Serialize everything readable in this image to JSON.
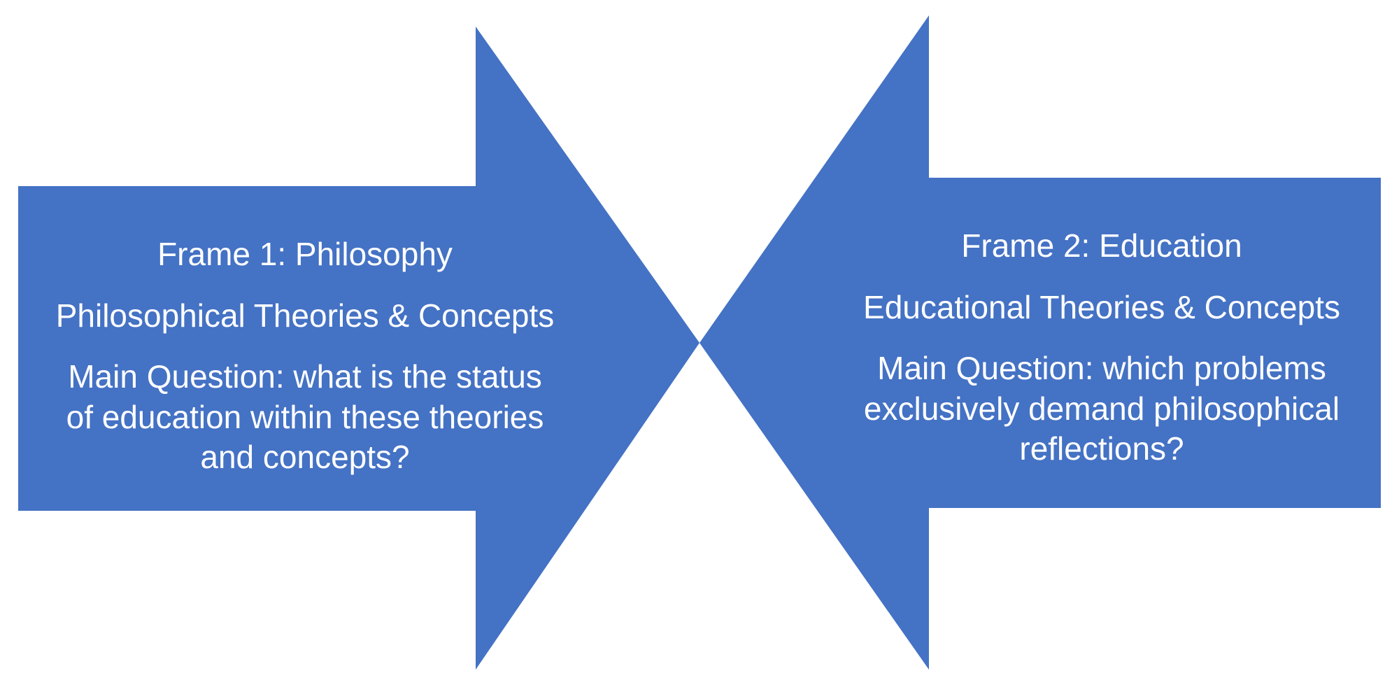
{
  "colors": {
    "arrow_fill": "#4472C4",
    "text": "#FFFFFF",
    "background": "#FFFFFF"
  },
  "frame_left": {
    "title": "Frame 1: Philosophy",
    "subtitle": "Philosophical Theories  & Concepts",
    "question_lines": [
      "Main Question: what is the status",
      "of education within these theories",
      "and concepts?"
    ]
  },
  "frame_right": {
    "title": "Frame 2: Education",
    "subtitle": "Educational Theories & Concepts",
    "question_lines": [
      "Main Question: which problems",
      "exclusively demand philosophical",
      "reflections?"
    ]
  }
}
